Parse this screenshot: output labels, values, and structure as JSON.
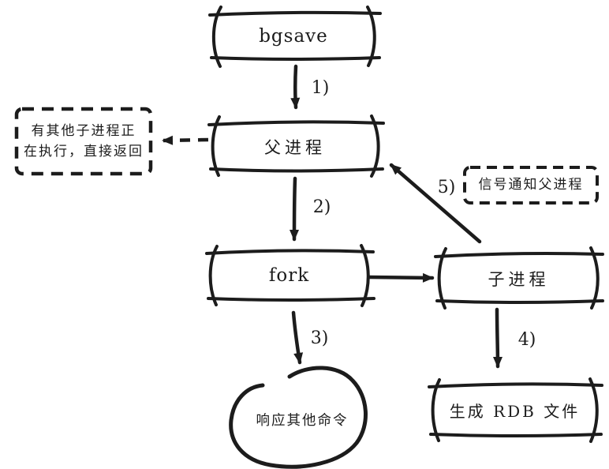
{
  "diagram": {
    "description": "bgsave process flowchart (hand-drawn style)",
    "colors": {
      "ink": "#1c1c1c",
      "background": "#ffffff"
    },
    "nodes": {
      "bgsave": {
        "label": "bgsave"
      },
      "parent": {
        "label": "父进程"
      },
      "fork": {
        "label": "fork"
      },
      "child": {
        "label": "子进程"
      },
      "rdb": {
        "label": "生成 RDB 文件"
      },
      "respond": {
        "label": "响应其他命令"
      },
      "other_running": {
        "line1": "有其他子进程正",
        "line2": "在执行，直接返回"
      },
      "signal": {
        "label": "信号通知父进程"
      }
    },
    "steps": {
      "s1": "1)",
      "s2": "2)",
      "s3": "3)",
      "s4": "4)",
      "s5": "5)"
    },
    "edges": [
      {
        "from": "bgsave",
        "to": "parent",
        "step": "1)"
      },
      {
        "from": "parent",
        "to": "other_running",
        "style": "dashed"
      },
      {
        "from": "parent",
        "to": "fork",
        "step": "2)"
      },
      {
        "from": "fork",
        "to": "child"
      },
      {
        "from": "fork",
        "to": "respond",
        "step": "3)"
      },
      {
        "from": "child",
        "to": "rdb",
        "step": "4)"
      },
      {
        "from": "child",
        "to": "parent",
        "step": "5)",
        "note": "信号通知父进程"
      }
    ]
  }
}
